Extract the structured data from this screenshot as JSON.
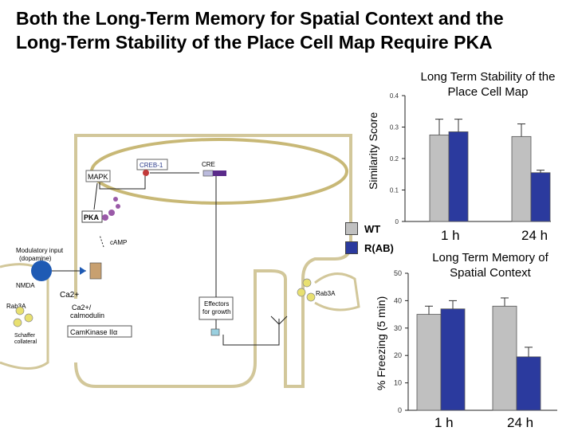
{
  "title": {
    "line1": "Both the Long-Term Memory for Spatial Context and the",
    "line2": "Long-Term Stability of the Place Cell Map Require PKA"
  },
  "diagram": {
    "labels": {
      "creb": "CREB-1",
      "cre": "CRE",
      "mapk": "MAPK",
      "pka": "PKA",
      "camp": "cAMP",
      "modulatory1": "Modulatory input",
      "modulatory2": "(dopamine)",
      "nmda": "NMDA",
      "rab3a_left": "Rab3A",
      "ca2": "Ca2+",
      "calmod1": "Ca2+/",
      "calmod2": "calmodulin",
      "camkinase": "CamKinase IIα",
      "schaffer1": "Schaffer",
      "schaffer2": "collateral",
      "effectors1": "Effectors",
      "effectors2": "for growth",
      "rab3a_right": "Rab3A"
    }
  },
  "legend": [
    {
      "label": "WT",
      "color": "#c0c0c0"
    },
    {
      "label": "R(AB)",
      "color": "#2b3a9e"
    }
  ],
  "chart_data": [
    {
      "type": "bar",
      "title": "Long Term Stability of the Place Cell Map",
      "ylabel": "Similarity Score",
      "xlabel": "",
      "categories": [
        "1 h",
        "24 h"
      ],
      "ylim": [
        0,
        0.4
      ],
      "yticks": [
        "0",
        "0.1",
        "0.2",
        "0.3",
        "0.4"
      ],
      "series": [
        {
          "name": "WT",
          "values": [
            0.275,
            0.27
          ],
          "errors": [
            0.05,
            0.04
          ],
          "color": "#c0c0c0"
        },
        {
          "name": "R(AB)",
          "values": [
            0.285,
            0.155
          ],
          "errors": [
            0.04,
            0.008
          ],
          "color": "#2b3a9e"
        }
      ]
    },
    {
      "type": "bar",
      "title": "Long Term Memory of Spatial Context",
      "ylabel": "% Freezing (5 min)",
      "xlabel": "",
      "categories": [
        "1 h",
        "24 h"
      ],
      "ylim": [
        0,
        50
      ],
      "yticks": [
        "0",
        "10",
        "20",
        "30",
        "40",
        "50"
      ],
      "series": [
        {
          "name": "WT",
          "values": [
            35,
            38
          ],
          "errors": [
            3,
            3
          ],
          "color": "#c0c0c0"
        },
        {
          "name": "R(AB)",
          "values": [
            37,
            19.5
          ],
          "errors": [
            3,
            3.5
          ],
          "color": "#2b3a9e"
        }
      ]
    }
  ]
}
